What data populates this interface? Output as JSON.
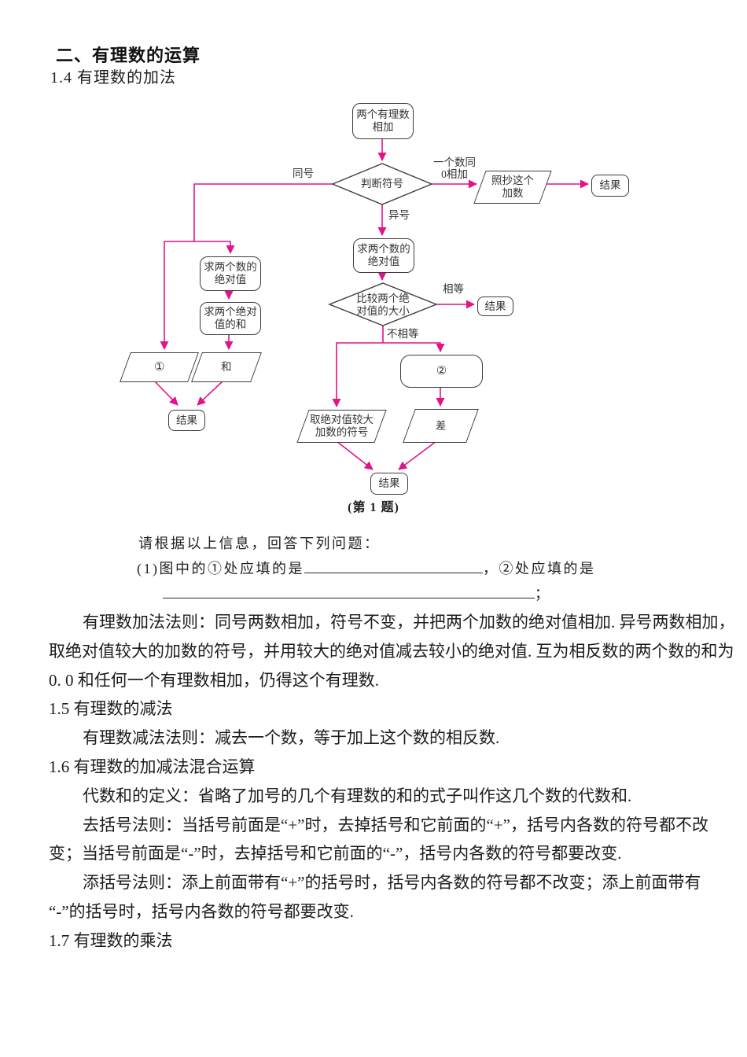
{
  "doc": {
    "heading": "二、有理数的运算",
    "sub_1_4": "1.4 有理数的加法"
  },
  "flowchart": {
    "nodes": {
      "start": "两个有理数\n相加",
      "decide_sign": "判断符号",
      "copy_addend": "照抄这个\n加数",
      "result_zero": "结果",
      "abs_left": "求两个数的\n绝对值",
      "sum_abs": "求两个绝对\n值的和",
      "blank1": "①",
      "sum_out": "和",
      "result_left": "结果",
      "abs_right": "求两个数的\n绝对值",
      "compare_abs": "比较两个绝\n对值的大小",
      "result_equal": "结果",
      "blank2": "②",
      "take_sign": "取绝对值较大\n加数的符号",
      "difference": "差",
      "result_bottom": "结果"
    },
    "labels": {
      "same_sign": "同号",
      "zero_add": "一个数同\n0相加",
      "diff_sign": "异号",
      "equal": "相等",
      "not_equal": "不相等"
    },
    "caption": "(第 1 题)"
  },
  "question": {
    "intro": "请根据以上信息，回答下列问题：",
    "part1": "(1)图中的①处应填的是",
    "part2": "，②处应填的是",
    "semicolon": "；"
  },
  "body": {
    "lines": [
      {
        "text": "有理数加法法则：同号两数相加，符号不变，并把两个加数的绝对值相加. 异号两数相加，"
      },
      {
        "text": "取绝对值较大的加数的符号，并用较大的绝对值减去较小的绝对值. 互为相反数的两个数的和为"
      },
      {
        "text": "0. 0 和任何一个有理数相加，仍得这个有理数."
      },
      {
        "text": "1.5 有理数的减法"
      },
      {
        "text": "有理数减法法则：减去一个数，等于加上这个数的相反数."
      },
      {
        "text": "1.6 有理数的加减法混合运算"
      },
      {
        "text": "代数和的定义：省略了加号的几个有理数的和的式子叫作这几个数的代数和."
      },
      {
        "text": "去括号法则：当括号前面是“+”时，去掉括号和它前面的“+”，括号内各数的符号都不改"
      },
      {
        "text": "变；当括号前面是“-”时，去掉括号和它前面的“-”，括号内各数的符号都要改变."
      },
      {
        "text": "添括号法则：添上前面带有“+”的括号时，括号内各数的符号都不改变；添上前面带有"
      },
      {
        "text": "“-”的括号时，括号内各数的符号都要改变."
      },
      {
        "text": "1.7 有理数的乘法"
      }
    ]
  },
  "colors": {
    "arrow": "#e2138a",
    "border": "#3d3d3d"
  }
}
